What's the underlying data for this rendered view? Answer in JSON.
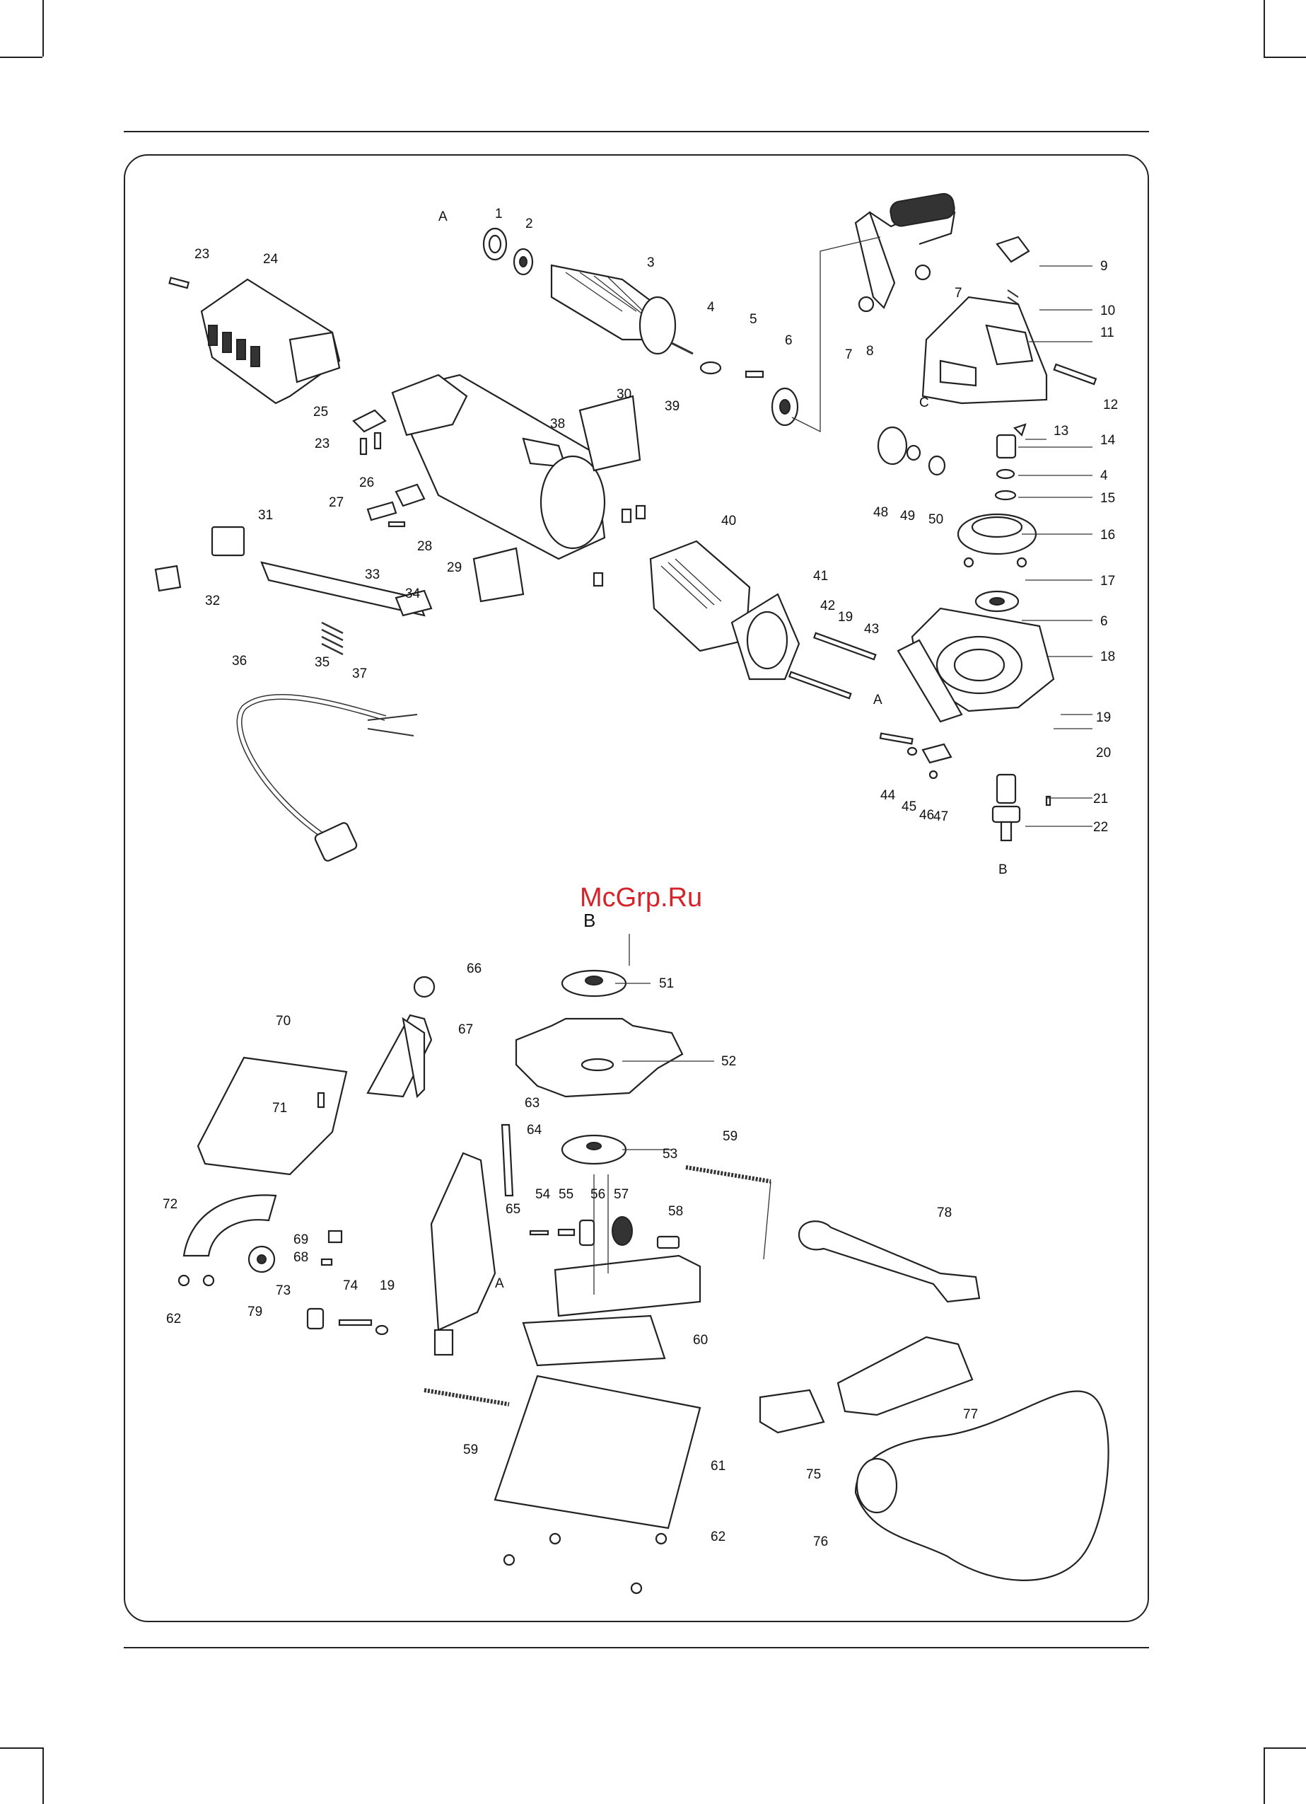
{
  "watermark": "McGrp.Ru",
  "assembly_marks": [
    {
      "id": "A",
      "text": "A"
    },
    {
      "id": "A2",
      "text": "A"
    },
    {
      "id": "A3",
      "text": "A"
    },
    {
      "id": "B",
      "text": "B"
    },
    {
      "id": "B2",
      "text": "B"
    },
    {
      "id": "C",
      "text": "C"
    }
  ],
  "part_labels": [
    "1",
    "2",
    "3",
    "4",
    "5",
    "6",
    "7",
    "7",
    "8",
    "9",
    "10",
    "11",
    "12",
    "13",
    "14",
    "4",
    "15",
    "16",
    "17",
    "6",
    "18",
    "19",
    "20",
    "21",
    "22",
    "23",
    "24",
    "25",
    "23",
    "26",
    "27",
    "28",
    "29",
    "30",
    "31",
    "32",
    "33",
    "34",
    "35",
    "36",
    "37",
    "38",
    "39",
    "40",
    "41",
    "42",
    "19",
    "43",
    "44",
    "45",
    "46",
    "47",
    "48",
    "49",
    "50",
    "51",
    "52",
    "53",
    "54",
    "55",
    "56",
    "57",
    "58",
    "59",
    "59",
    "60",
    "61",
    "62",
    "62",
    "63",
    "64",
    "65",
    "66",
    "67",
    "68",
    "69",
    "70",
    "71",
    "72",
    "73",
    "74",
    "19",
    "75",
    "76",
    "77",
    "78",
    "79"
  ],
  "colors": {
    "line": "#222222",
    "watermark": "#d4242a"
  }
}
